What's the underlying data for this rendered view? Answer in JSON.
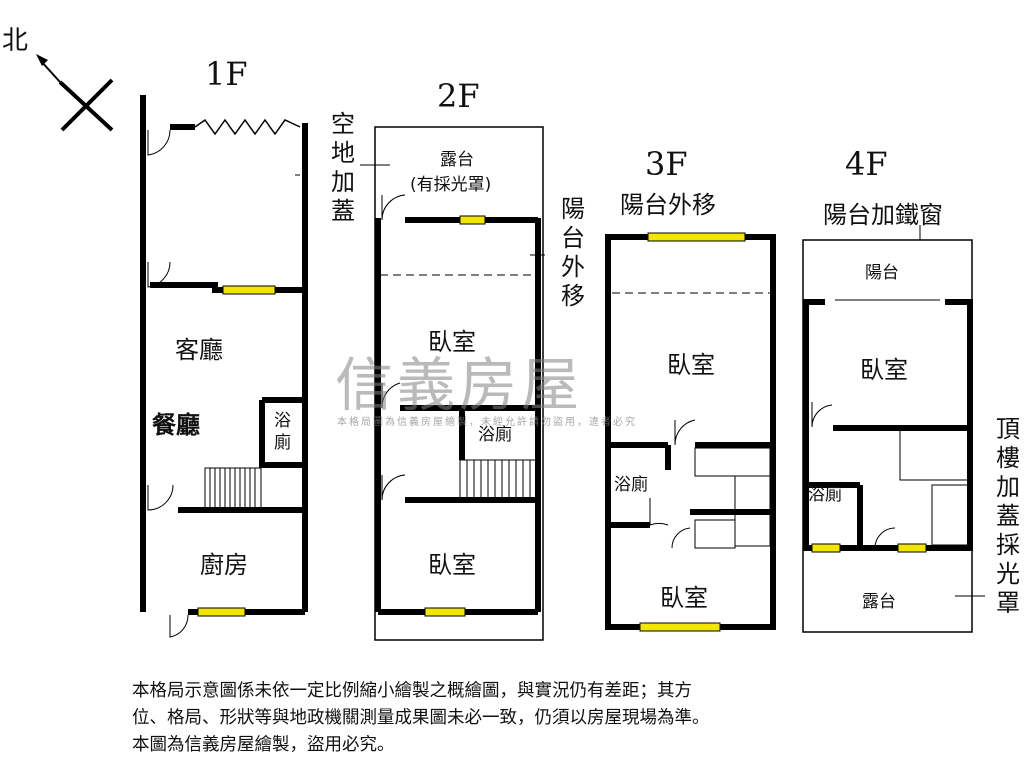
{
  "compass": {
    "label": "北"
  },
  "floors": {
    "f1": {
      "label": "1F",
      "rooms": [
        "客廳",
        "餐廳",
        "浴廁",
        "廚房"
      ],
      "annotation": "空地加蓋"
    },
    "f2": {
      "label": "2F",
      "rooms": [
        "露台",
        "(有採光罩)",
        "臥室",
        "浴廁",
        "臥室"
      ],
      "annotation": "陽台外移"
    },
    "f3": {
      "label": "3F",
      "rooms": [
        "臥室",
        "浴廁",
        "臥室"
      ],
      "annotation": "陽台外移"
    },
    "f4": {
      "label": "4F",
      "rooms": [
        "陽台",
        "臥室",
        "浴廁",
        "露台"
      ],
      "annotation": "陽台加鐵窗",
      "annotation2": "頂樓加蓋採光罩"
    }
  },
  "watermark": {
    "brand": "信義房屋",
    "notice": "本格局圖為信義房屋繪製，未經允許請勿盜用，違者必究"
  },
  "disclaimer": [
    "本格局示意圖係未依一定比例縮小繪製之概繪圖，與實況仍有差距；其方",
    "位、格局、形狀等與地政機關測量成果圖未必一致，仍須以房屋現場為準。",
    "本圖為信義房屋繪製，盜用必究。"
  ],
  "colors": {
    "wall": "#000000",
    "window": "#f2e600"
  }
}
